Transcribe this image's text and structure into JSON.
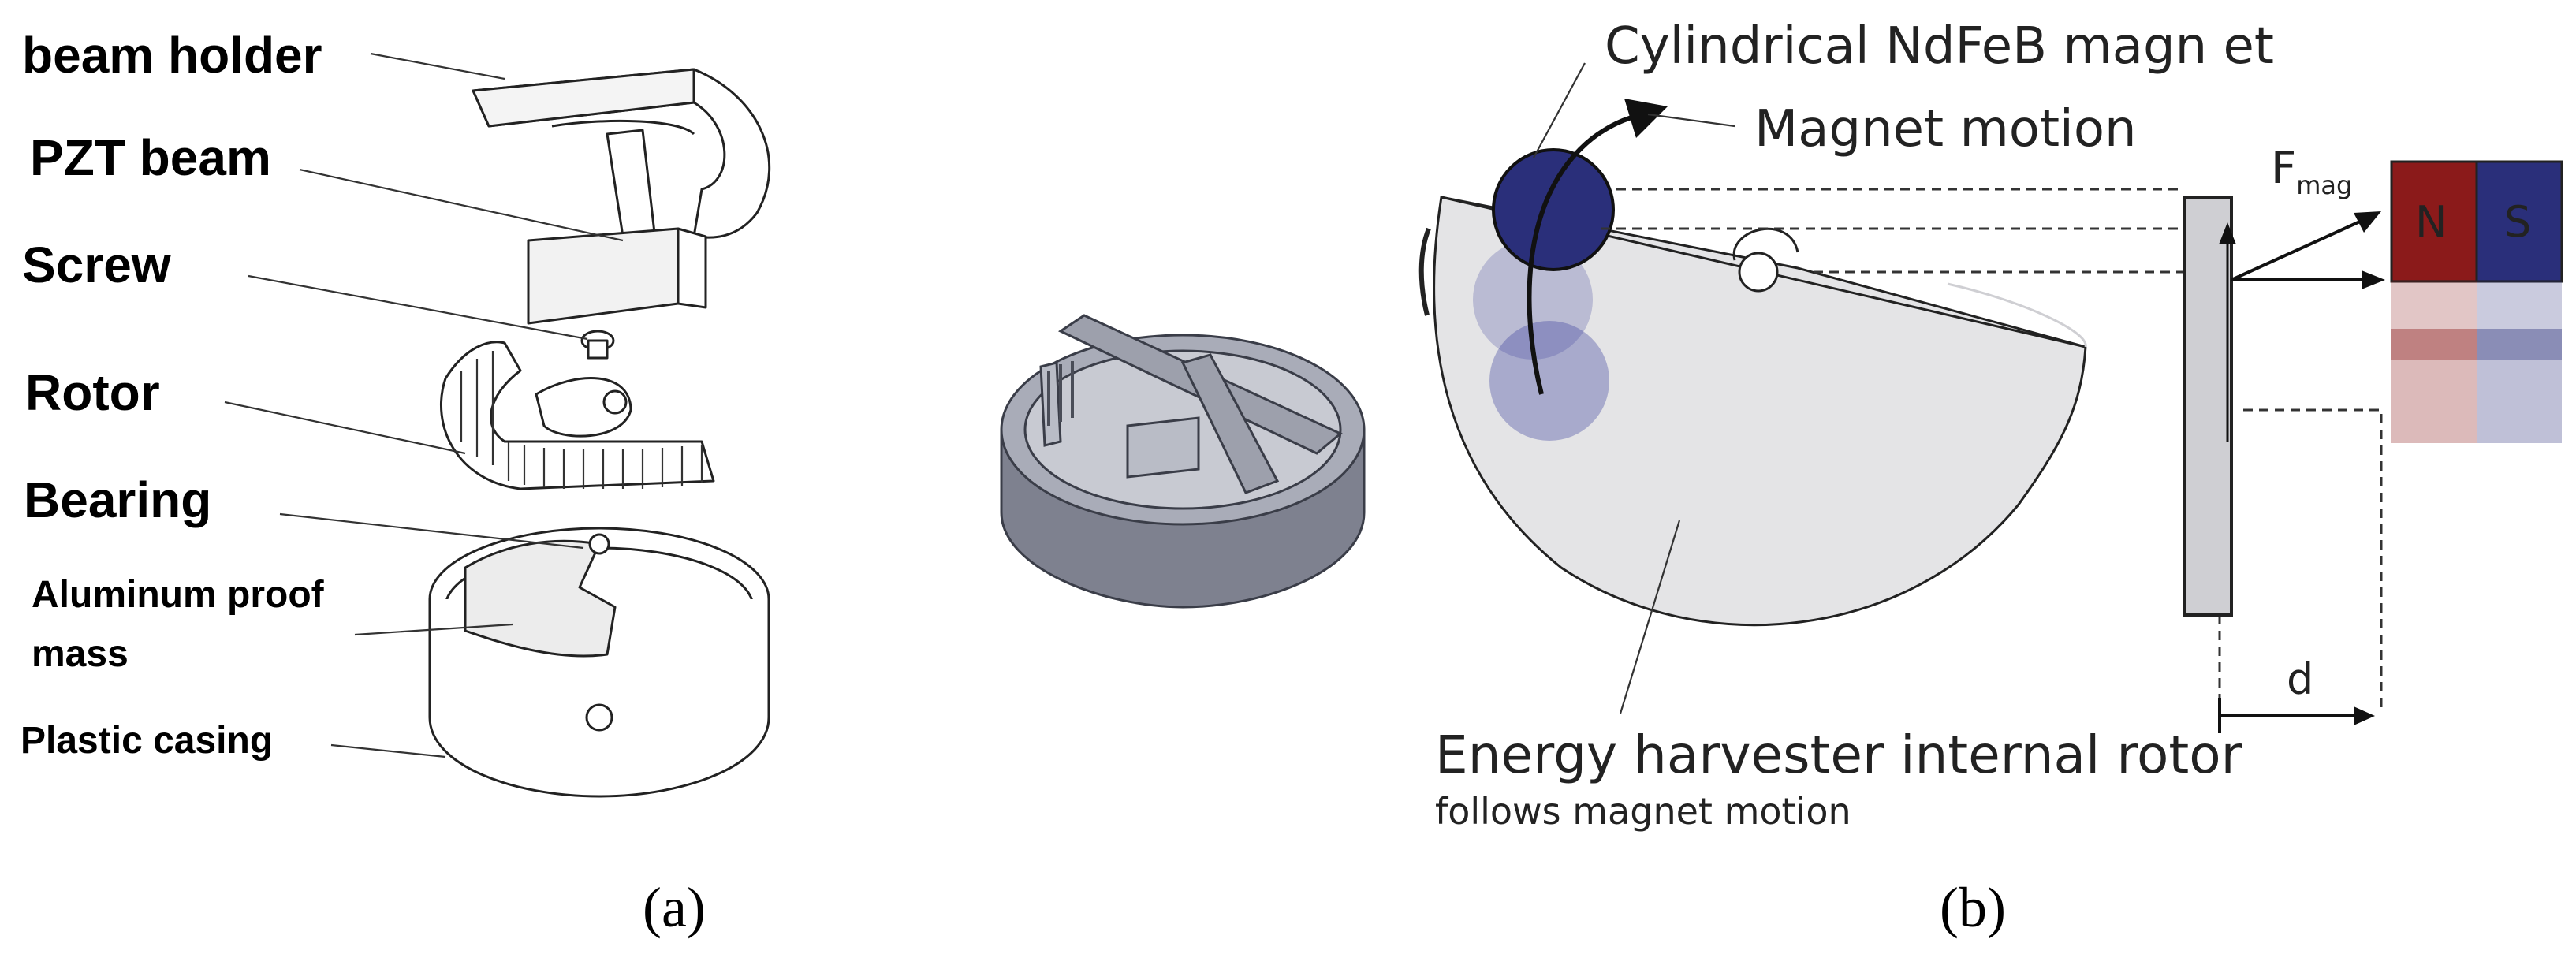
{
  "panel_a": {
    "labels": {
      "beam_holder": "beam holder",
      "pzt_beam": "PZT beam",
      "screw": "Screw",
      "rotor": "Rotor",
      "bearing": "Bearing",
      "proof_mass_line1": "Aluminum proof",
      "proof_mass_line2": "mass",
      "plastic_casing": "Plastic casing"
    },
    "caption": "(a)"
  },
  "panel_b": {
    "labels": {
      "magnet_title": "Cylindrical NdFeB magn et",
      "magnet_motion": "Magnet motion",
      "force_symbol": "F",
      "force_subscript": "mag",
      "north": "N",
      "south": "S",
      "distance": "d",
      "rotor_line1": "Energy harvester internal rotor",
      "rotor_line2": "follows magnet motion"
    },
    "caption": "(b)"
  },
  "colors": {
    "magnet": "#2a2f7a",
    "north": "#8b1a1a",
    "south": "#2a2f7a",
    "rotor_fill": "#e4e4e6",
    "assembly": "#8a8d99"
  }
}
